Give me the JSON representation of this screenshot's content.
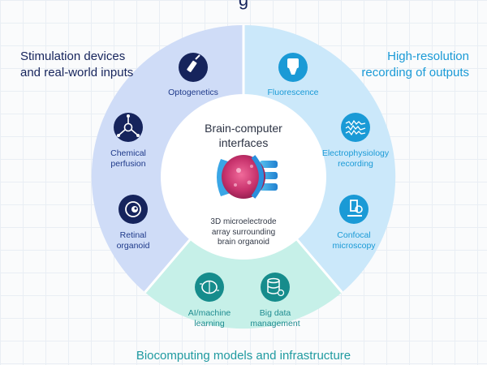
{
  "header": {
    "title_fragment": "g"
  },
  "sections": {
    "stimulation": {
      "title_line1": "Stimulation devices",
      "title_line2": "and real-world inputs",
      "color": "#16245c"
    },
    "recording": {
      "title_line1": "High-resolution",
      "title_line2": "recording of outputs",
      "color": "#1a9ad6"
    },
    "biocomputing": {
      "title": "Biocomputing models and infrastructure",
      "color": "#1f9aa0"
    }
  },
  "center": {
    "title_line1": "Brain-computer",
    "title_line2": "interfaces",
    "caption_line1": "3D microelectrode",
    "caption_line2": "array surrounding",
    "caption_line3": "brain organoid"
  },
  "items": {
    "optogenetics": {
      "label": "Optogenetics",
      "icon": "flashlight-icon"
    },
    "chemical": {
      "line1": "Chemical",
      "line2": "perfusion",
      "icon": "molecule-icon"
    },
    "retinal": {
      "line1": "Retinal",
      "line2": "organoid",
      "icon": "eye-icon"
    },
    "fluorescence": {
      "label": "Fluorescence",
      "icon": "lamp-icon"
    },
    "electrophysiology": {
      "line1": "Electrophysiology",
      "line2": "recording",
      "icon": "waveform-icon"
    },
    "confocal": {
      "line1": "Confocal",
      "line2": "microscopy",
      "icon": "microscope-icon"
    },
    "ai": {
      "line1": "AI/machine",
      "line2": "learning",
      "icon": "brain-chip-icon"
    },
    "bigdata": {
      "line1": "Big data",
      "line2": "management",
      "icon": "database-icon"
    }
  },
  "colors": {
    "left_sector": "#cfdcf7",
    "right_sector": "#cbe8fa",
    "bottom_sector": "#c6f0e8",
    "navy_icon": "#16245c",
    "blue_icon": "#1a9ad6",
    "teal_icon": "#168c8c"
  }
}
